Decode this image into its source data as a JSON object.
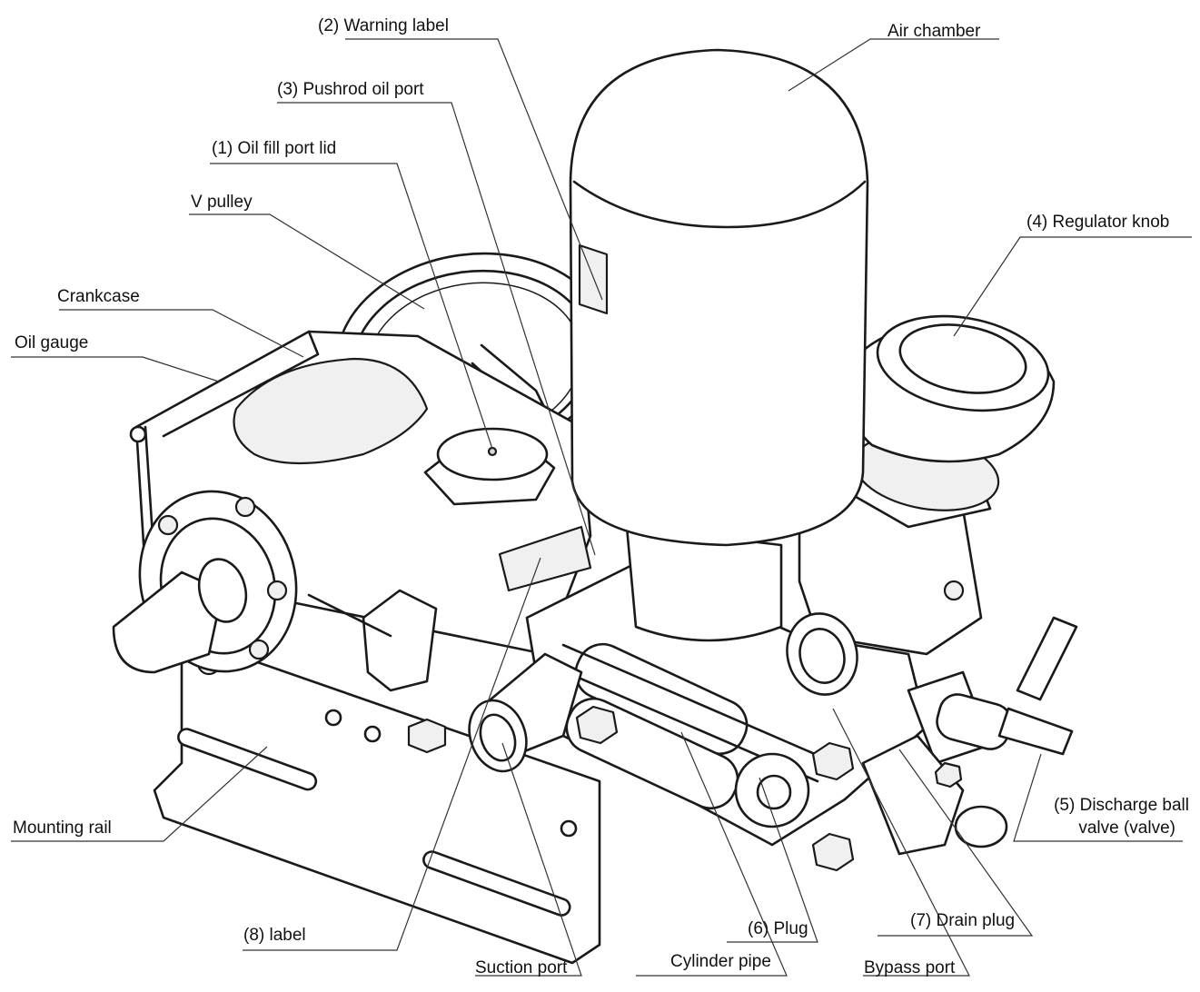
{
  "labels": {
    "warning_label": "(2) Warning label",
    "air_chamber": "Air chamber",
    "pushrod_oil_port": "(3) Pushrod oil port",
    "oil_fill_port_lid": "(1) Oil fill port lid",
    "v_pulley": "V pulley",
    "regulator_knob": "(4) Regulator knob",
    "crankcase": "Crankcase",
    "oil_gauge": "Oil gauge",
    "discharge_ball_valve_line1": "(5) Discharge ball",
    "discharge_ball_valve_line2": "valve (valve)",
    "mounting_rail": "Mounting rail",
    "plug": "(6) Plug",
    "drain_plug": "(7) Drain plug",
    "label_8": "(8) label",
    "suction_port": "Suction port",
    "cylinder_pipe": "Cylinder pipe",
    "bypass_port": "Bypass port"
  }
}
